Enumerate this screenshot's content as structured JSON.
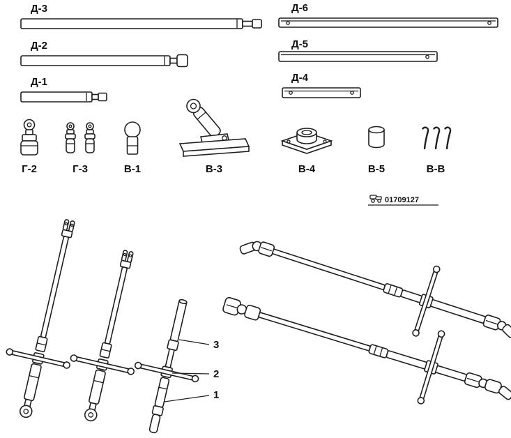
{
  "colors": {
    "background": "#ffffff",
    "line": "#1f1f1f"
  },
  "top_left_rods": [
    {
      "label": "Д-3"
    },
    {
      "label": "Д-2"
    },
    {
      "label": "Д-1"
    }
  ],
  "top_right_bars": [
    {
      "label": "Д-6"
    },
    {
      "label": "Д-5"
    },
    {
      "label": "Д-4"
    }
  ],
  "fitting_labels": [
    {
      "label": "Г-2"
    },
    {
      "label": "Г-3"
    },
    {
      "label": "В-1"
    },
    {
      "label": "В-3"
    },
    {
      "label": "В-4"
    },
    {
      "label": "В-5"
    },
    {
      "label": "В-В"
    }
  ],
  "stamp": {
    "number": "01709127"
  },
  "assembly_callouts": [
    {
      "label": "3"
    },
    {
      "label": "2"
    },
    {
      "label": "1"
    }
  ]
}
